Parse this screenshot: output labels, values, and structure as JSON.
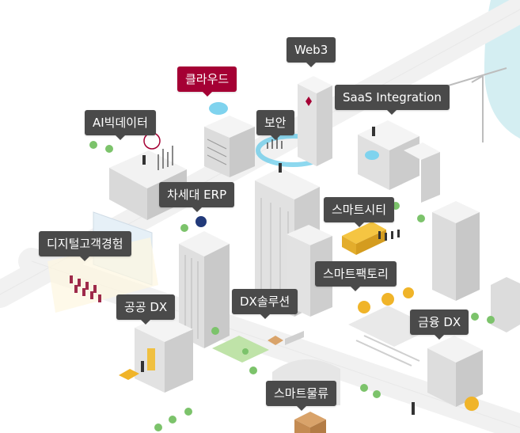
{
  "tags": {
    "web3": "Web3",
    "cloud": "클라우드",
    "saas": "SaaS Integration",
    "ai_bigdata": "AI빅데이터",
    "security": "보안",
    "erp": "차세대 ERP",
    "smart_city": "스마트시티",
    "digital_cx": "디지털고객경험",
    "smart_factory": "스마트팩토리",
    "public_dx": "공공 DX",
    "dx_solution": "DX솔루션",
    "finance_dx": "금융 DX",
    "smart_logistics": "스마트물류"
  },
  "colors": {
    "active_tag": "#a50034",
    "tag": "#4a4a4a",
    "accent_cyan": "#5cc8e8",
    "tree_green": "#7cc36b"
  }
}
